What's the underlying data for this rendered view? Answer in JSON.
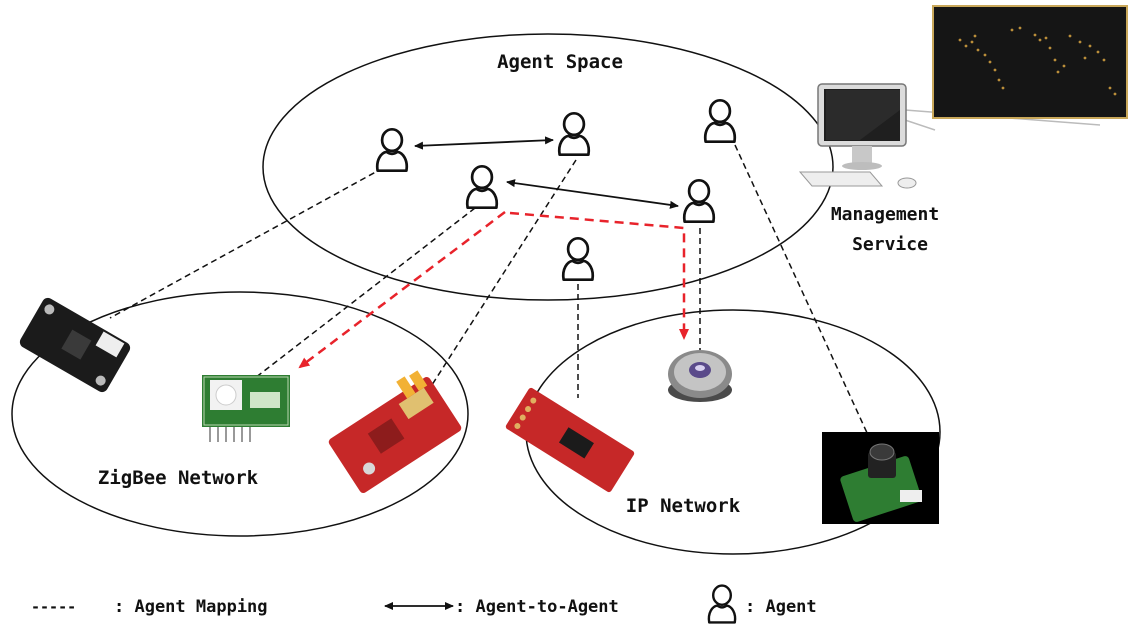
{
  "labels": {
    "agent_space": "Agent Space",
    "management_line1": "Management",
    "management_line2": "Service",
    "zigbee_network": "ZigBee Network",
    "ip_network": "IP Network"
  },
  "legend": {
    "agent_mapping_symbol": "-----",
    "agent_mapping": ": Agent Mapping",
    "agent_to_agent": ": Agent-to-Agent",
    "agent": ": Agent"
  },
  "colors": {
    "outline": "#111111",
    "red_dashed": "#e8232b",
    "device_red": "#c62828",
    "board_green": "#2e7d32",
    "screen_dark": "#1a1a1a",
    "map_dots": "#d9a441"
  },
  "icons": [
    "person-agent-icon",
    "computer-icon",
    "world-map-icon",
    "temperature-sensor-icon",
    "zigbee-module-icon",
    "red-sensor-board-icon",
    "red-breakout-board-icon",
    "speaker-icon",
    "camera-module-icon"
  ]
}
